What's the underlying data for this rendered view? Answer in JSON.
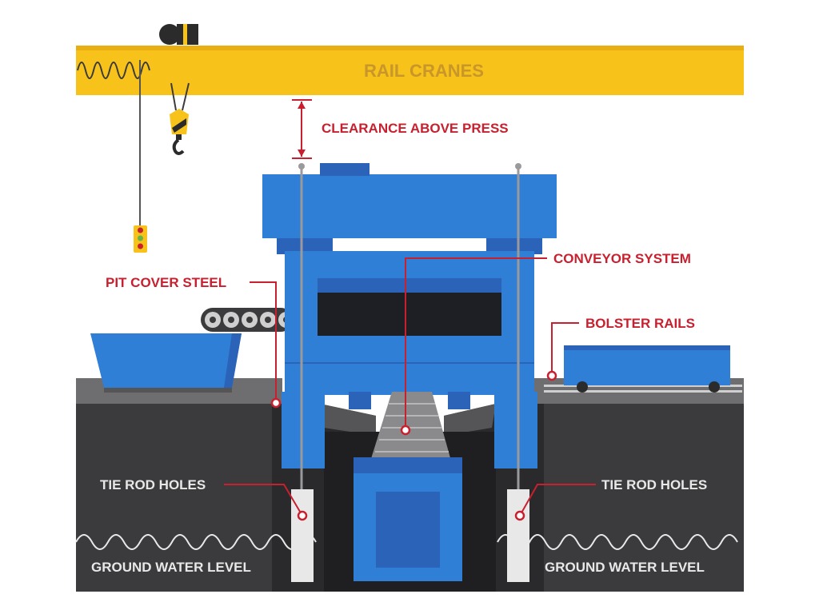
{
  "title": "RAIL CRANES",
  "labels": {
    "clearance": "CLEARANCE ABOVE PRESS",
    "conveyor": "CONVEYOR SYSTEM",
    "pit_cover": "PIT COVER STEEL",
    "bolster_rails": "BOLSTER RAILS",
    "tie_rod_left": "TIE ROD HOLES",
    "tie_rod_right": "TIE ROD HOLES",
    "ground_water_left": "GROUND WATER LEVEL",
    "ground_water_right": "GROUND WATER LEVEL"
  },
  "colors": {
    "crane": "#f7c21a",
    "crane_text": "#c9962a",
    "press": "#2f7fd6",
    "press_dark": "#2a63b8",
    "ground": "#3b3b3d",
    "floor": "#6e6e70",
    "callout": "#c8202e",
    "label_white": "#e8e8e8"
  },
  "icons": {
    "spring": "coil-spring-icon",
    "hook": "crane-hook-icon",
    "pendant": "control-pendant-icon",
    "logo": "brand-logo-icon"
  }
}
